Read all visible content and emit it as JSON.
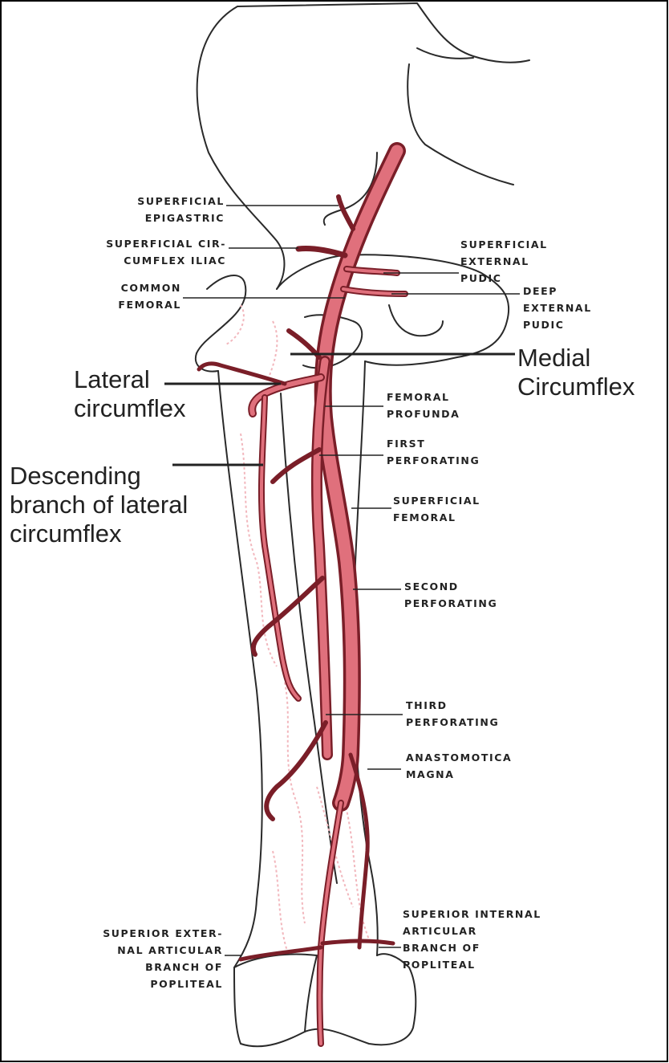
{
  "colors": {
    "artery_fill": "#e0707c",
    "artery_dark": "#7a1e28",
    "artery_light": "#f2b7bd",
    "bone_line": "#2a2a2a",
    "text": "#222222"
  },
  "small_labels": {
    "superficial_epigastric": [
      "SUPERFICIAL",
      "EPIGASTRIC"
    ],
    "superficial_circumflex_iliac": [
      "SUPERFICIAL CIR-",
      "CUMFLEX ILIAC"
    ],
    "common_femoral": [
      "COMMON",
      "FEMORAL"
    ],
    "superficial_external_pudic": [
      "SUPERFICIAL",
      "EXTERNAL",
      "PUDIC"
    ],
    "deep_external_pudic": [
      "DEEP",
      "EXTERNAL",
      "PUDIC"
    ],
    "femoral_profunda": [
      "FEMORAL",
      "PROFUNDA"
    ],
    "first_perforating": [
      "FIRST",
      "PERFORATING"
    ],
    "superficial_femoral": [
      "SUPERFICIAL",
      "FEMORAL"
    ],
    "second_perforating": [
      "SECOND",
      "PERFORATING"
    ],
    "third_perforating": [
      "THIRD",
      "PERFORATING"
    ],
    "anastomotica_magna": [
      "ANASTOMOTICA",
      "MAGNA"
    ],
    "superior_internal_articular": [
      "SUPERIOR INTERNAL",
      "ARTICULAR",
      "BRANCH OF",
      "POPLITEAL"
    ],
    "superior_external_articular": [
      "SUPERIOR EXTER-",
      "NAL ARTICULAR",
      "BRANCH OF",
      "POPLITEAL"
    ]
  },
  "large_labels": {
    "medial_circumflex": [
      "Medial",
      "Circumflex"
    ],
    "lateral_circumflex": [
      "Lateral",
      "circumflex"
    ],
    "descending_branch": [
      "Descending",
      "branch of lateral",
      "circumflex"
    ]
  }
}
